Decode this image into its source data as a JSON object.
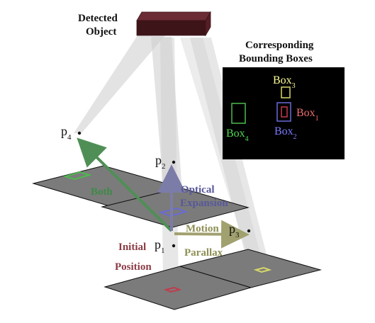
{
  "labels": {
    "detected_object": [
      "Detected",
      "Object"
    ],
    "corresponding_boxes": [
      "Corresponding",
      "Bounding Boxes"
    ],
    "both": "Both",
    "optical_expansion": [
      "Optical",
      "Expansion"
    ],
    "motion_parallax": [
      "Motion",
      "Parallax"
    ],
    "initial_position": [
      "Initial",
      "Position"
    ]
  },
  "points": {
    "p1": {
      "base": "p",
      "sub": "1"
    },
    "p2": {
      "base": "p",
      "sub": "2"
    },
    "p3": {
      "base": "p",
      "sub": "3"
    },
    "p4": {
      "base": "p",
      "sub": "4"
    }
  },
  "boxes": {
    "box1": {
      "base": "Box",
      "sub": "1"
    },
    "box2": {
      "base": "Box",
      "sub": "2"
    },
    "box3": {
      "base": "Box",
      "sub": "3"
    },
    "box4": {
      "base": "Box",
      "sub": "4"
    }
  },
  "colors": {
    "object_top": "#6b2c36",
    "object_front": "#3d1418",
    "object_side": "#561e27",
    "ray": "#cfcfcf",
    "plane": "#7b7b7b",
    "plane_edge": "#0e0e0e",
    "panel_bg": "#000000",
    "red": "#c23b4b",
    "blue": "#6a6ad8",
    "green": "#4dba4d",
    "yellow": "#d8d86a",
    "arrow_green": "#4f8f56",
    "arrow_blue": "#7c7ca8",
    "arrow_olive": "#a1a170",
    "text_red": "#8b3b45",
    "text_blue": "#57579b",
    "text_green": "#3e8a46",
    "text_olive": "#8e8e55",
    "panel_box1_text": "#ef6f6f",
    "panel_box2_text": "#7b7bff",
    "panel_box3_text": "#ffff99",
    "panel_box4_text": "#52d852"
  }
}
